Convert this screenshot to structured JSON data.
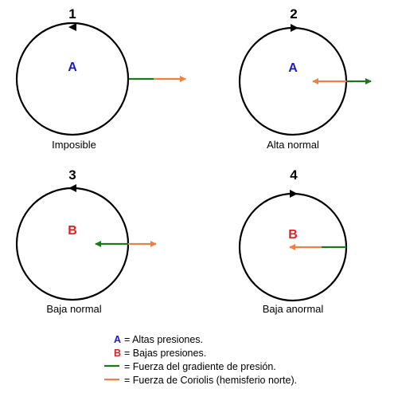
{
  "colors": {
    "high": "#1c1cbd",
    "low": "#e02020",
    "pressure_gradient": "#1a7a1a",
    "coriolis": "#f08040",
    "outline": "#000000"
  },
  "panels": [
    {
      "number": "1",
      "center_letter": "A",
      "caption": "Imposible"
    },
    {
      "number": "2",
      "center_letter": "A",
      "caption": "Alta normal"
    },
    {
      "number": "3",
      "center_letter": "B",
      "caption": "Baja normal"
    },
    {
      "number": "4",
      "center_letter": "B",
      "caption": "Baja anormal"
    }
  ],
  "legend": {
    "high_letter": "A",
    "high_text": "= Altas presiones.",
    "low_letter": "B",
    "low_text": "= Bajas presiones.",
    "green_text": "= Fuerza del gradiente de presión.",
    "orange_text": "= Fuerza de Coriolis (hemisferio norte)."
  }
}
